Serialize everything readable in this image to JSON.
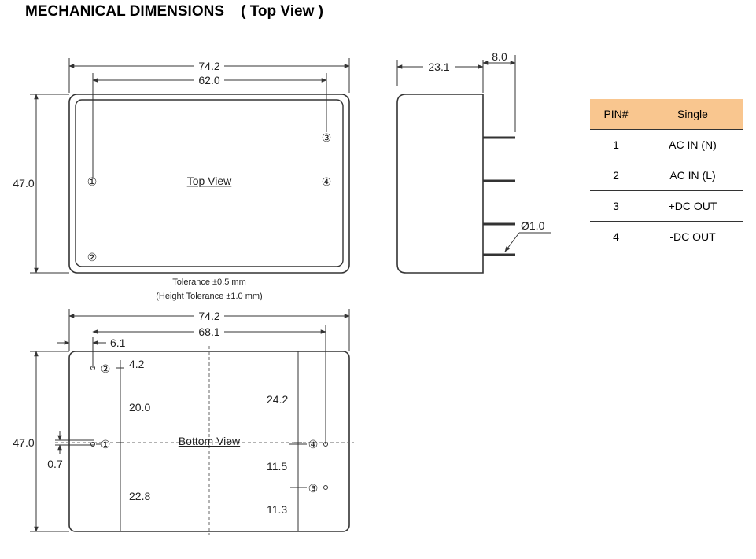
{
  "title": "MECHANICAL DIMENSIONS    ( Top View )",
  "top_view": {
    "label": "Top View",
    "dim_width_outer": "74.2",
    "dim_width_pins": "62.0",
    "dim_height": "47.0",
    "pin_labels": [
      "①",
      "②",
      "③",
      "④"
    ]
  },
  "side_view": {
    "dim_body": "23.1",
    "dim_pin_length": "8.0",
    "dim_pin_diameter": "Ø1.0"
  },
  "tolerance": {
    "line1": "Tolerance ±0.5 mm",
    "line2": "(Height Tolerance ±1.0 mm)"
  },
  "bottom_view": {
    "label": "Bottom View",
    "dim_width_outer": "74.2",
    "dim_width_pins": "68.1",
    "dim_left_offset": "6.1",
    "dim_height": "47.0",
    "dim_pin_offset": "0.7",
    "dim_top_offset": "4.2",
    "dim_left_upper": "20.0",
    "dim_left_lower": "22.8",
    "dim_right_upper": "24.2",
    "dim_right_mid": "11.5",
    "dim_right_lower": "11.3",
    "pin_labels": [
      "①",
      "②",
      "③",
      "④"
    ]
  },
  "pin_table": {
    "headers": [
      "PIN#",
      "Single"
    ],
    "rows": [
      {
        "pin": "1",
        "func": "AC IN (N)"
      },
      {
        "pin": "2",
        "func": "AC IN (L)"
      },
      {
        "pin": "3",
        "func": "+DC OUT"
      },
      {
        "pin": "4",
        "func": "-DC OUT"
      }
    ]
  }
}
